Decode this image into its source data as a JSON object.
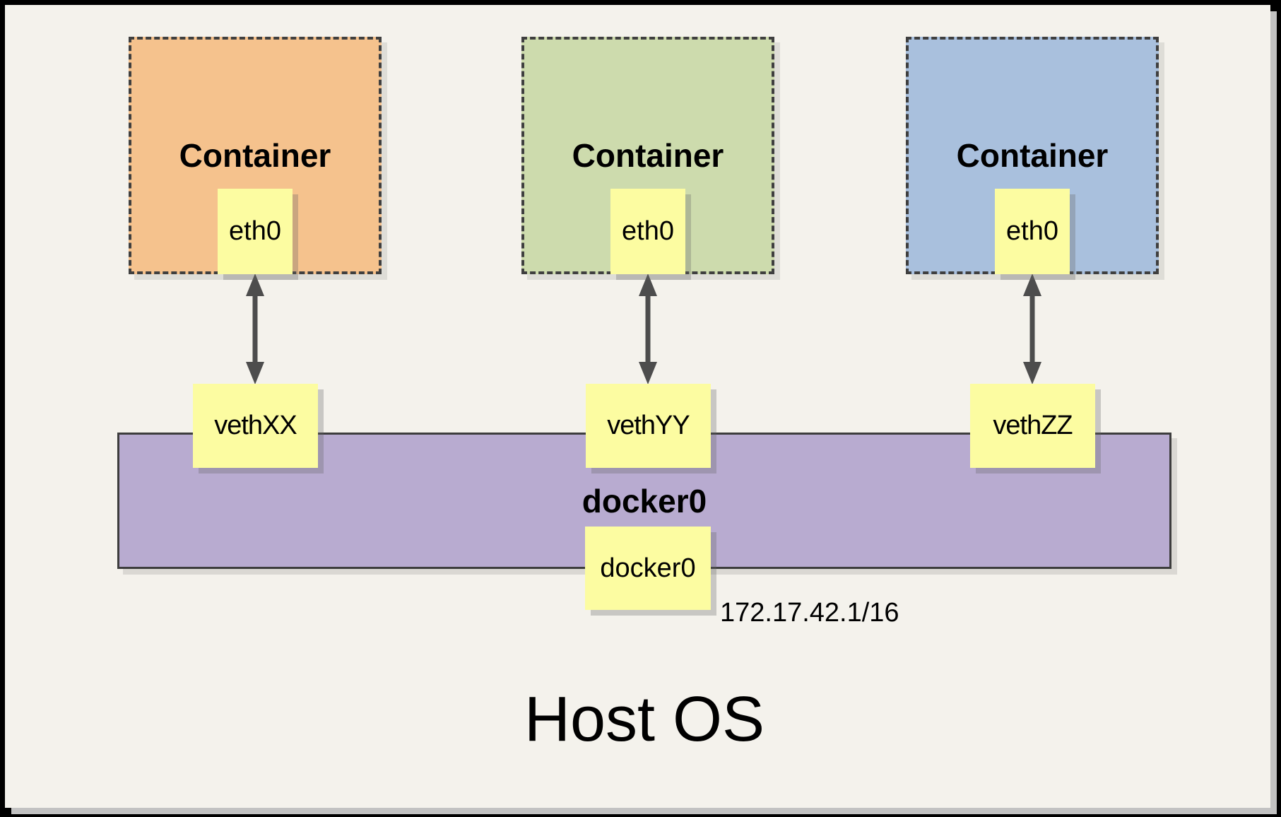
{
  "containers": [
    {
      "label": "Container",
      "interface": "eth0",
      "veth": "vethXX",
      "fill": "#f5c28d"
    },
    {
      "label": "Container",
      "interface": "eth0",
      "veth": "vethYY",
      "fill": "#cddbad"
    },
    {
      "label": "Container",
      "interface": "eth0",
      "veth": "vethZZ",
      "fill": "#a9c0dd"
    }
  ],
  "bridge": {
    "label": "docker0",
    "interface_label": "docker0",
    "ip": "172.17.42.1/16",
    "fill": "#b8abd0"
  },
  "host": {
    "label": "Host OS"
  },
  "colors": {
    "canvas_background": "#f4f2ec",
    "interface_box_fill": "#fcfca1",
    "dashed_border": "#3f3f3f",
    "bridge_border": "#3d3d3d",
    "arrow": "#4d4d4d",
    "outer_frame": "#000000",
    "canvas_shadow": "#c2c2c2"
  }
}
